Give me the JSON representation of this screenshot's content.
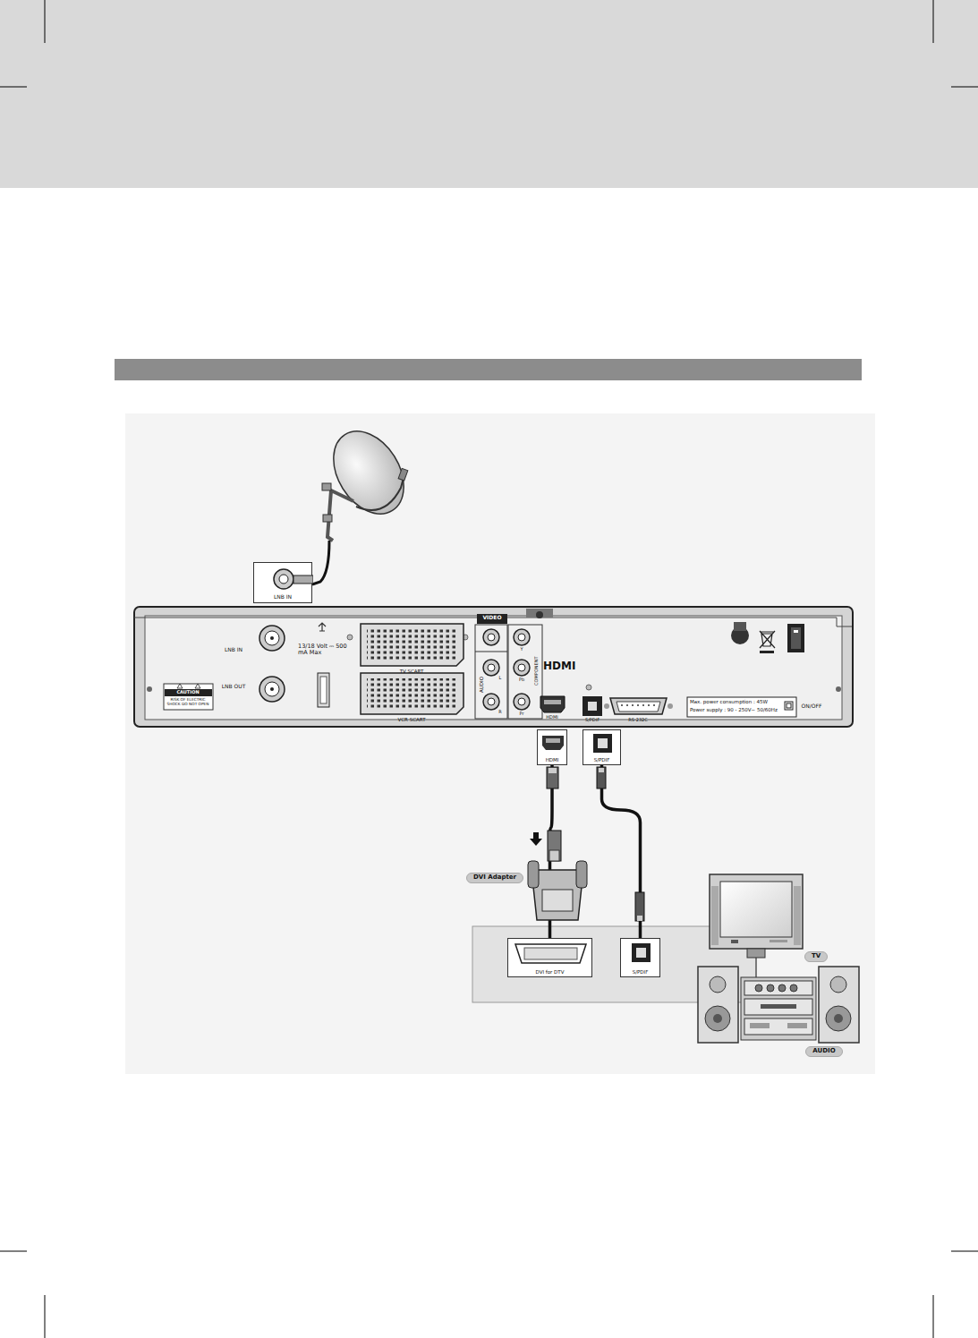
{
  "diagram": {
    "nodes": [
      {
        "text": [
          "LNB IN"
        ]
      },
      {
        "text": [
          "HDMI"
        ]
      },
      {
        "text": [
          "S/PDIF"
        ]
      },
      {
        "text": [
          "DVI for DTV"
        ]
      },
      {
        "text": [
          "S/PDIF"
        ]
      }
    ],
    "edges": [
      {
        "from": 1,
        "to": 3,
        "arrow": "none"
      },
      {
        "from": 2,
        "to": 4,
        "arrow": "none"
      }
    ],
    "labels": [
      "LNB IN",
      "13/18 Volt ⎓ 500 mA Max",
      "LNB OUT",
      "TV SCART",
      "VCR SCART",
      "VIDEO",
      "AUDIO",
      "L",
      "R",
      "Y",
      "Pb",
      "Pr",
      "COMPONENT",
      "HDMI",
      "HDMI",
      "S/PDIF",
      "RS-232C",
      "Max. power consumption : 45W",
      "Power supply : 90 - 250V~ 50/60Hz",
      "ON/OFF",
      "CAUTION",
      "RISK OF ELECTRIC SHOCK DO NOT OPEN",
      "DVI Adapter",
      "TV",
      "AUDIO"
    ]
  }
}
